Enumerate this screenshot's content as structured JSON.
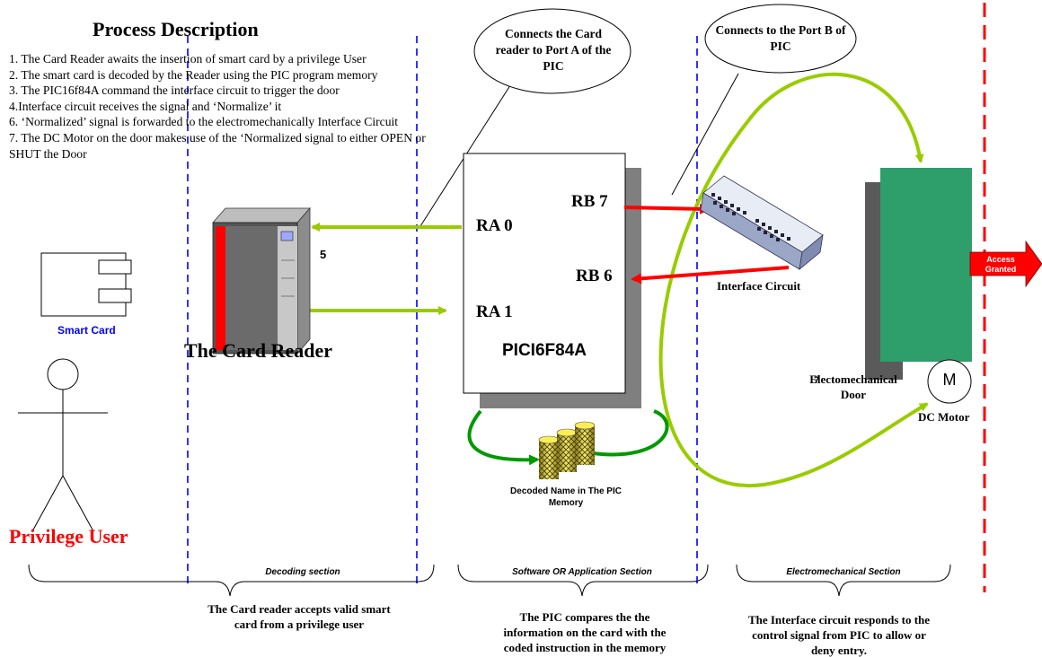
{
  "process": {
    "title": "Process Description",
    "steps": [
      "1. The Card Reader awaits the insertion of smart card by a privilege User",
      "2. The smart card is decoded by the Reader using the PIC program memory",
      "3. The PIC16f84A command the interface circuit to trigger the door",
      "4.Interface circuit receives the signal and ‘Normalize’ it",
      "6. ‘Normalized’ signal is forwarded to the electromechanically Interface Circuit",
      "7. The DC Motor on the door makes use of the ‘Normalized signal to either OPEN or SHUT the Door"
    ]
  },
  "callouts": {
    "port_a": "Connects the Card reader to Port A of the PIC",
    "port_b": "Connects to the Port B of PIC"
  },
  "card_reader": {
    "label": "The Card Reader",
    "number": "5"
  },
  "smart_card": {
    "label": "Smart Card"
  },
  "user": {
    "label": "Privilege User"
  },
  "pic": {
    "label": "PICI6F84A",
    "pins": {
      "ra0": "RA 0",
      "ra1": "RA 1",
      "rb7": "RB 7",
      "rb6": "RB 6"
    }
  },
  "memory": {
    "label": "Decoded Name in The PIC Memory"
  },
  "interface": {
    "label": "Interface Circuit"
  },
  "door": {
    "label": "Electomechanical Door",
    "number": "7"
  },
  "motor": {
    "symbol": "M",
    "label": "DC Motor"
  },
  "access": {
    "label": "Access Granted"
  },
  "sections": {
    "decoding": "Decoding section",
    "software": "Software OR Application Section",
    "electromechanical": "Electromechanical Section"
  },
  "captions": {
    "decoding": "The Card reader accepts valid smart card from a privilege user",
    "software": "The PIC compares the the information on the card with the coded instruction in the memory",
    "electromechanical": "The Interface circuit responds to the control signal from PIC to allow or deny entry."
  },
  "colors": {
    "green_arrow": "#99cc00",
    "red_arrow": "#ff0000",
    "blue_divider": "#0000ff",
    "red_divider": "#ff0000",
    "door_green": "#2e9e6a",
    "memory_arrow": "#009900",
    "user_red": "#ff0000",
    "card_blue": "#0000ff"
  }
}
